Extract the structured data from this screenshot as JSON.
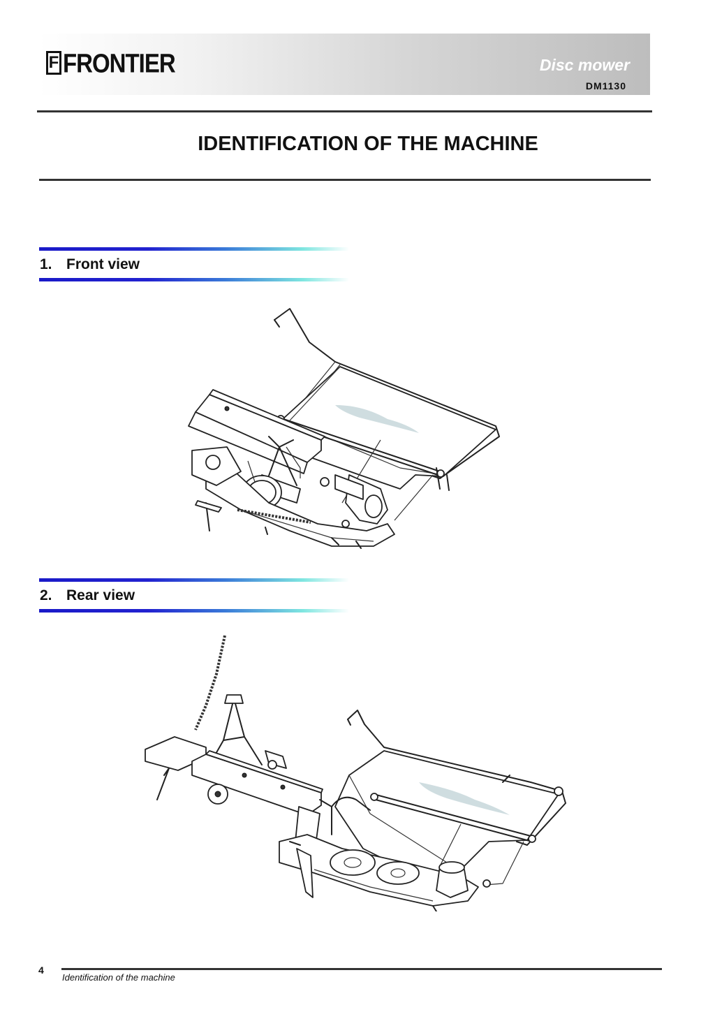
{
  "header": {
    "logo_text": "FRONTIER",
    "product_name": "Disc mower",
    "model_code": "DM1130"
  },
  "page_title": "IDENTIFICATION OF THE MACHINE",
  "sections": [
    {
      "number": "1.",
      "label": "Front view"
    },
    {
      "number": "2.",
      "label": "Rear view"
    }
  ],
  "footer": {
    "page_number": "4",
    "text": "Identification of the machine"
  }
}
